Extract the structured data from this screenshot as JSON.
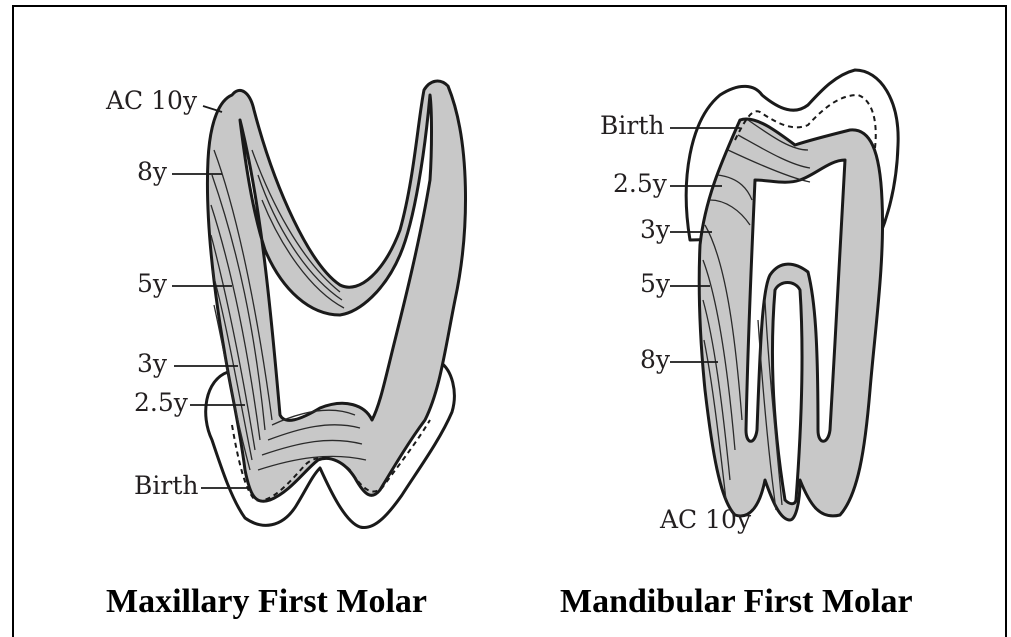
{
  "figure": {
    "panels": [
      {
        "caption": "Maxillary First Molar",
        "labels": [
          "AC 10y",
          "8y",
          "5y",
          "3y",
          "2.5y",
          "Birth"
        ]
      },
      {
        "caption": "Mandibular First Molar",
        "labels": [
          "Birth",
          "2.5y",
          "3y",
          "5y",
          "8y",
          "AC 10y"
        ]
      }
    ]
  },
  "colors": {
    "dentin": "#c8c8c8",
    "enamel": "#ffffff",
    "outline": "#1a1a1a",
    "border": "#000000"
  }
}
